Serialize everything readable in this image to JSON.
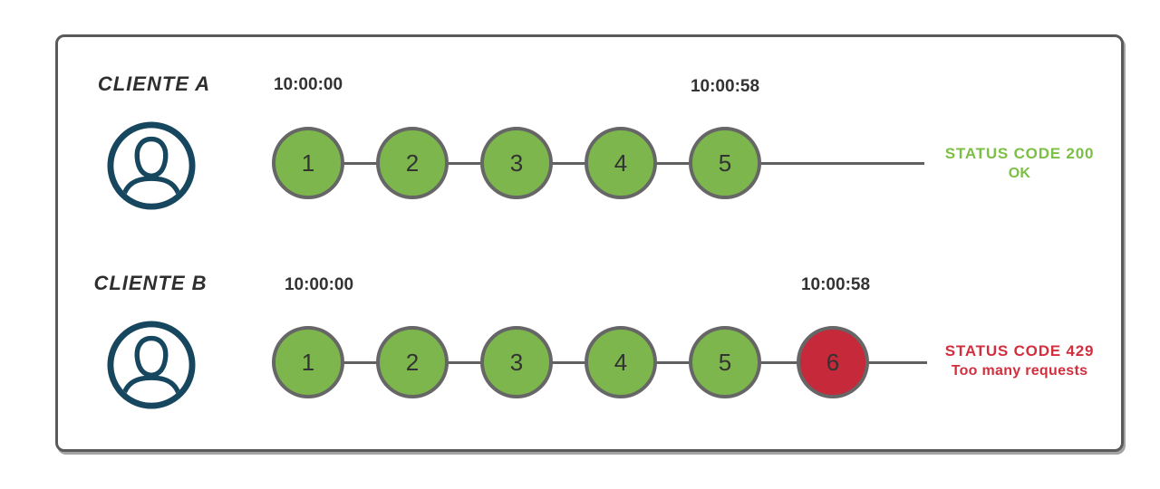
{
  "colors": {
    "success_circle_green": "#7cb64c",
    "success_text_green": "#7bbf45",
    "error_circle_red": "#c5293a",
    "error_text_red": "#d22f3e",
    "circle_border_gray": "#666666",
    "timeline_gray": "#606060",
    "frame_border_gray": "#5a5a5a",
    "avatar_navy": "#17465f"
  },
  "rows": [
    {
      "client_label": "CLIENTE A",
      "avatar_icon": "user-avatar-icon",
      "start_time": "10:00:00",
      "end_time": "10:00:58",
      "requests": [
        {
          "label": "1"
        },
        {
          "label": "2"
        },
        {
          "label": "3"
        },
        {
          "label": "4"
        },
        {
          "label": "5"
        }
      ],
      "status_line1": "STATUS CODE 200",
      "status_line2": "OK"
    },
    {
      "client_label": "CLIENTE B",
      "avatar_icon": "user-avatar-icon",
      "start_time": "10:00:00",
      "end_time": "10:00:58",
      "requests": [
        {
          "label": "1"
        },
        {
          "label": "2"
        },
        {
          "label": "3"
        },
        {
          "label": "4"
        },
        {
          "label": "5"
        },
        {
          "label": "6",
          "blocked": true
        }
      ],
      "status_line1": "STATUS CODE 429",
      "status_line2": "Too many requests"
    }
  ]
}
